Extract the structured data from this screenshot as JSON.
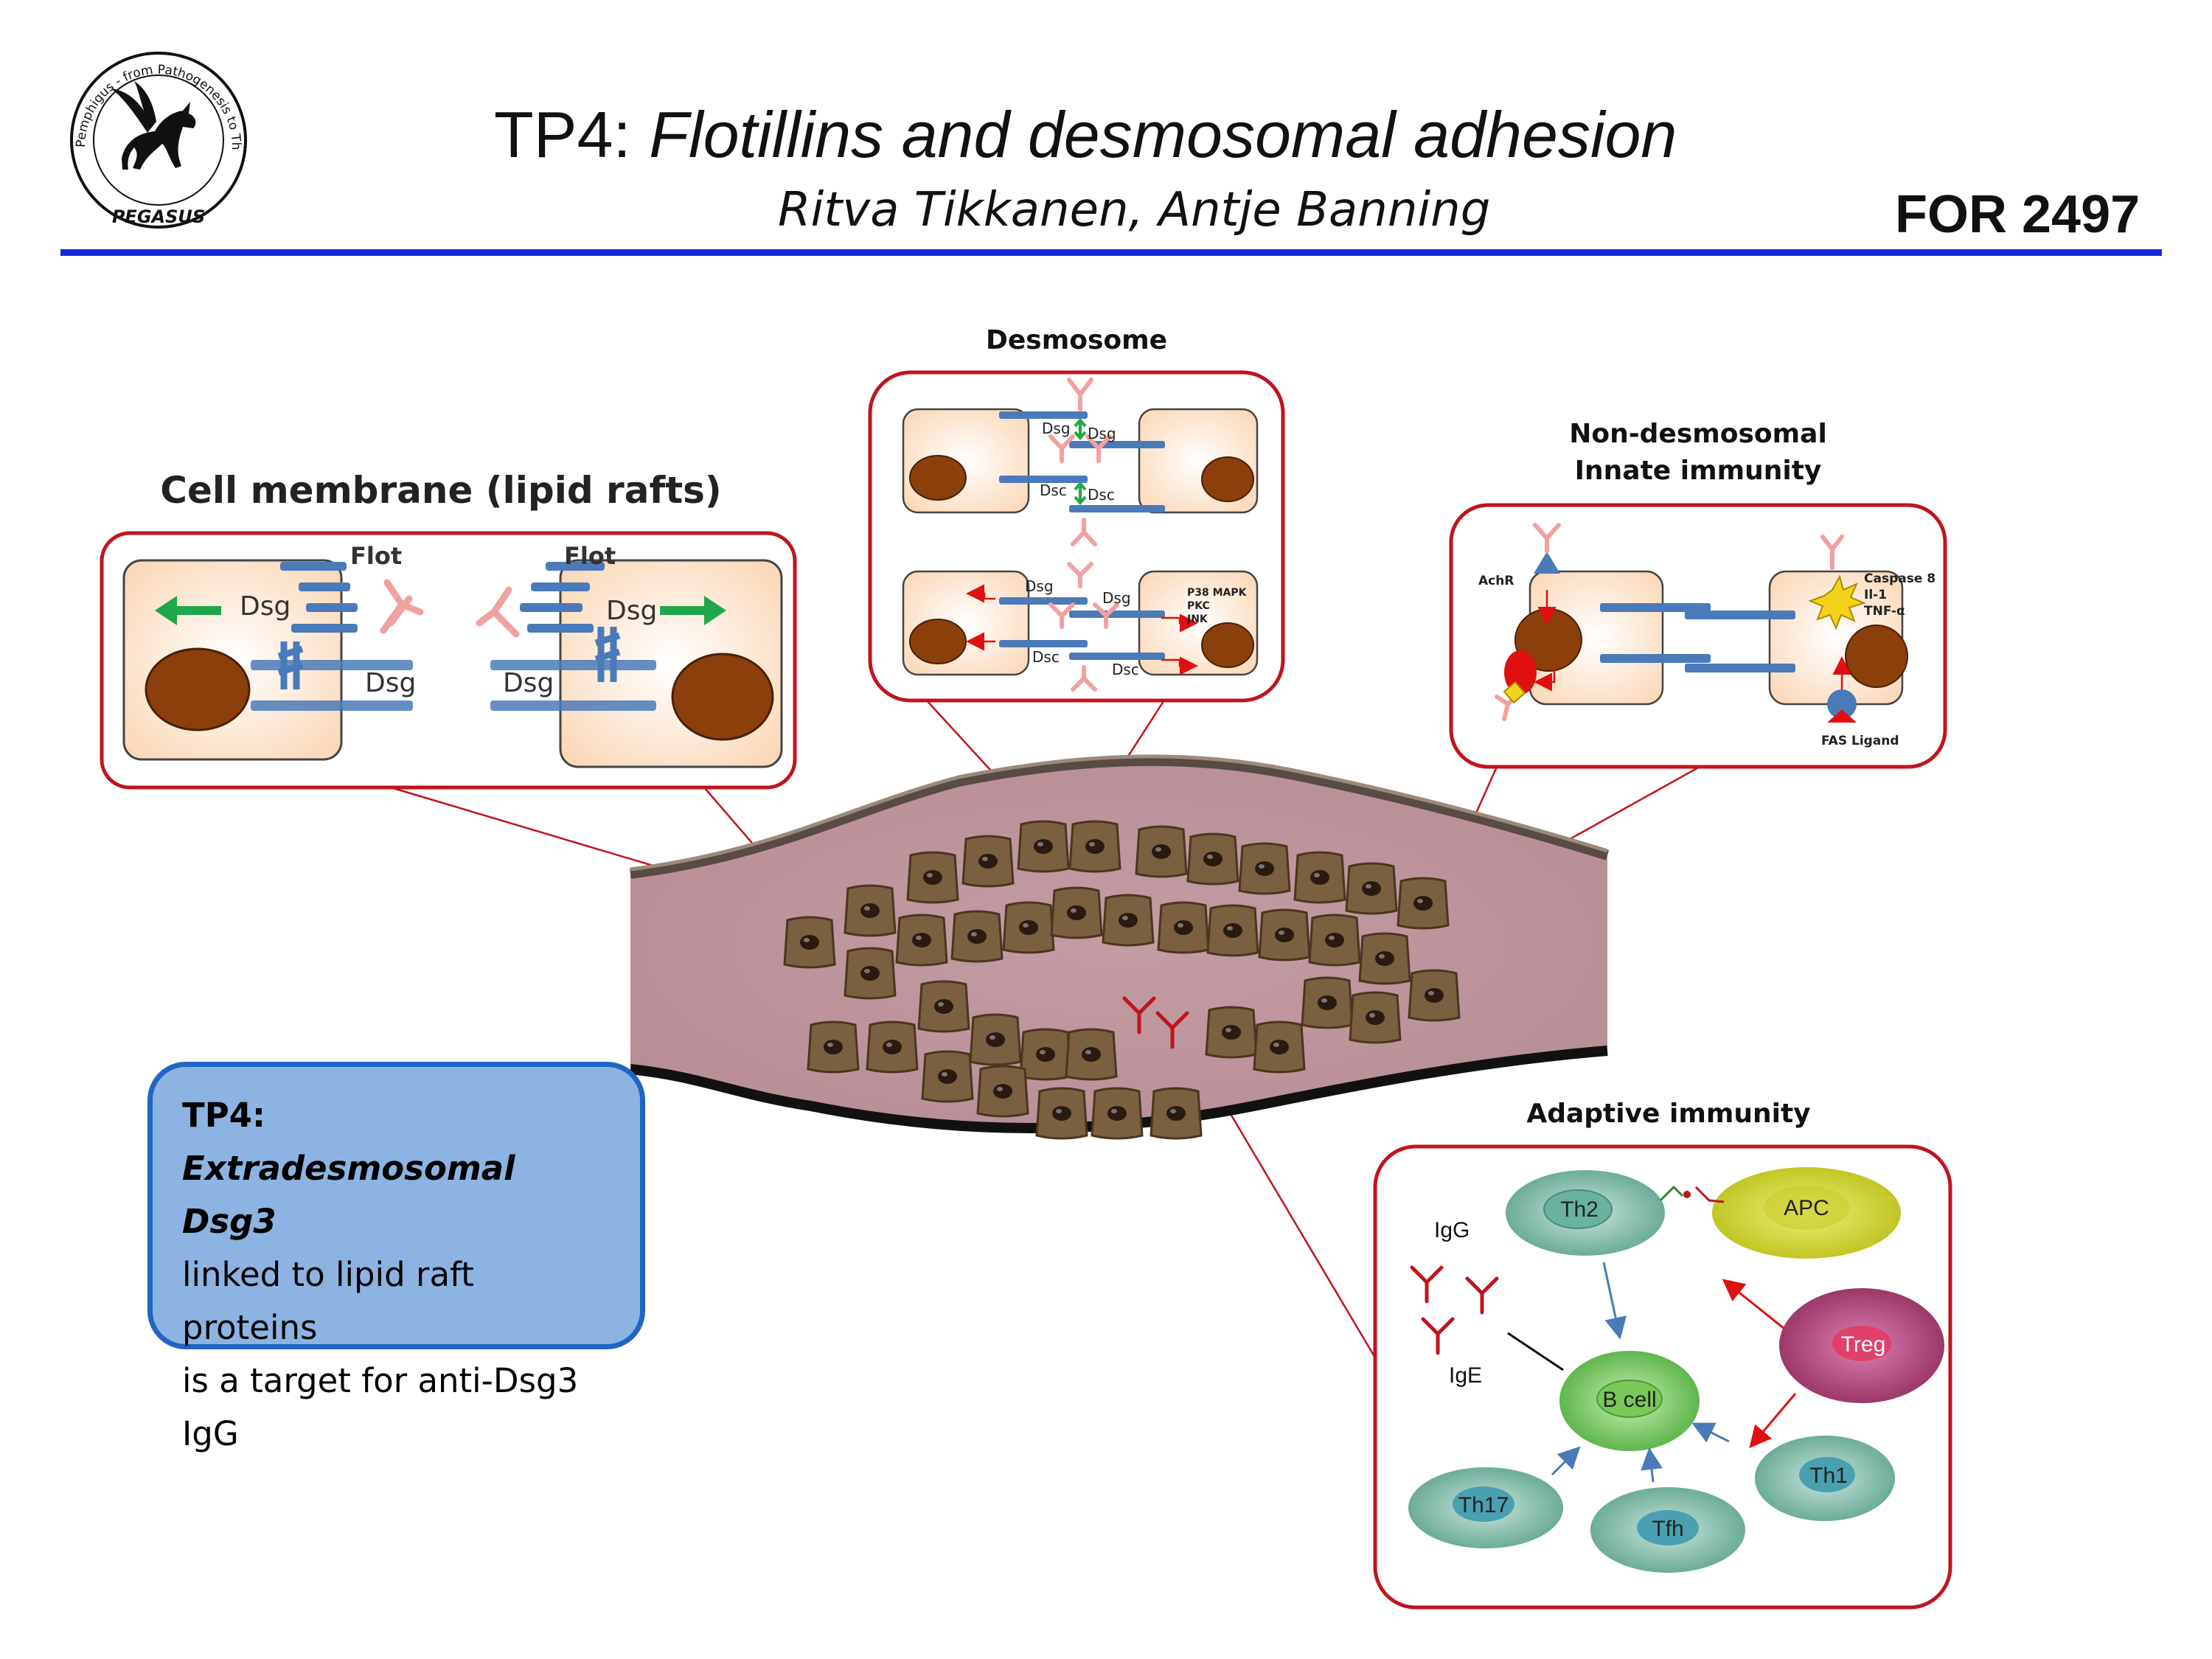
{
  "header": {
    "title_prefix": "TP4: ",
    "title_italic": "Flotillins and desmosomal adhesion",
    "authors": "Ritva Tikkanen, Antje Banning",
    "code": "FOR 2497"
  },
  "logo": {
    "ring_text": "Pemphigus - from Pathogenesis to Therapeutics",
    "name": "PEGASUS"
  },
  "panels": {
    "membrane": {
      "title": "Cell membrane (lipid rafts)",
      "flot_left": "Flot",
      "flot_right": "Flot",
      "dsg_left_top": "Dsg",
      "dsg_left_bottom": "Dsg",
      "dsg_right_top": "Dsg",
      "dsg_right_bottom": "Dsg"
    },
    "desmosome": {
      "title": "Desmosome",
      "top_dsg1": "Dsg",
      "top_dsg2": "Dsg",
      "top_dsc1": "Dsc",
      "top_dsc2": "Dsc",
      "bot_dsg1": "Dsg",
      "bot_dsg2": "Dsg",
      "bot_dsc1": "Dsc",
      "bot_dsc2": "Dsc",
      "signals": [
        "P38 MAPK",
        "PKC",
        "JNK"
      ]
    },
    "innate": {
      "title_line1": "Non-desmosomal",
      "title_line2": "Innate immunity",
      "achr": "AchR",
      "signals": [
        "Caspase 8",
        "Il-1",
        "TNF-α"
      ],
      "fas": "FAS Ligand"
    },
    "adaptive": {
      "title": "Adaptive immunity",
      "igg": "IgG",
      "ige": "IgE",
      "cells": {
        "th2": "Th2",
        "apc": "APC",
        "treg": "Treg",
        "bcell": "B cell",
        "th1": "Th1",
        "th17": "Th17",
        "tfh": "Tfh"
      }
    }
  },
  "tp_box": {
    "line1": "TP4:",
    "line2": "Extradesmosomal Dsg3",
    "line3": "linked to lipid raft proteins",
    "line4": "is a target for anti-Dsg3",
    "line5": "IgG"
  },
  "colors": {
    "rule": "#1528d6",
    "panel_border": "#c0141c",
    "cell_fill": "#fbe0c8",
    "nucleus": "#8b3f0a",
    "protein": "#4a7ab8",
    "antibody": "#f2a0a0",
    "tissue": "#c9a0a6",
    "tp_box": "#8db3e2",
    "tp_box_border": "#1f66c4"
  }
}
